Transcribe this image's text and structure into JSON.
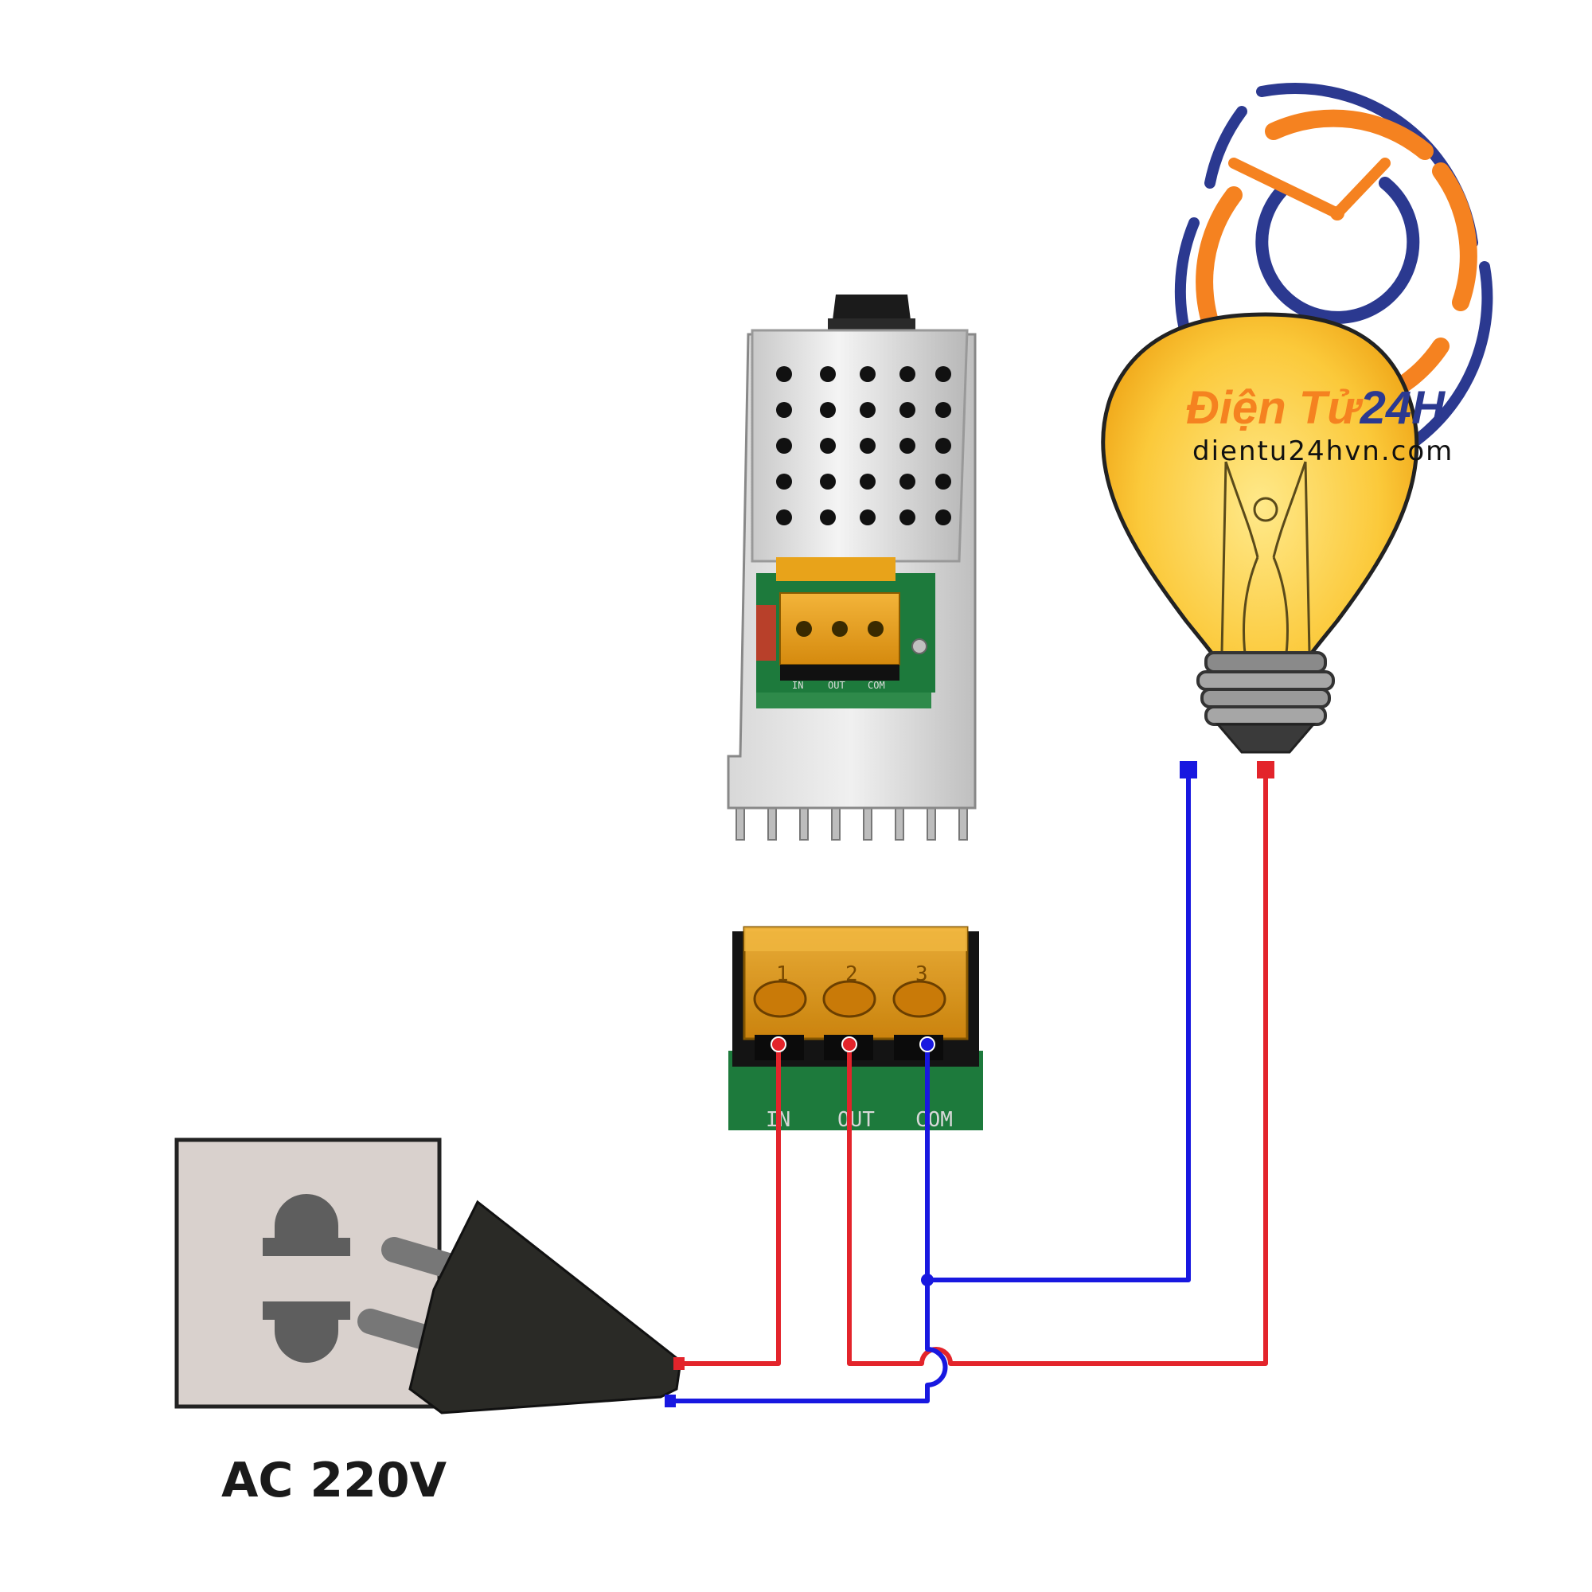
{
  "brand": {
    "name_part1": "Điện Tử",
    "name_part2": "24H",
    "website": "dientu24hvn.com"
  },
  "module": {
    "terminal_numbers": [
      "1",
      "2",
      "3"
    ],
    "terminal_labels": [
      "IN",
      "OUT",
      "COM"
    ]
  },
  "power": {
    "label": "AC 220V"
  },
  "colors": {
    "live_wire": "#e3242b",
    "neutral_wire": "#1818e0",
    "logo_blue": "#2b3990",
    "logo_orange": "#f58220",
    "terminal_amber": "#e8a31a",
    "pcb_green": "#1d7a3c",
    "socket_face": "#d9d1cd",
    "plug_body": "#2a2a26"
  }
}
